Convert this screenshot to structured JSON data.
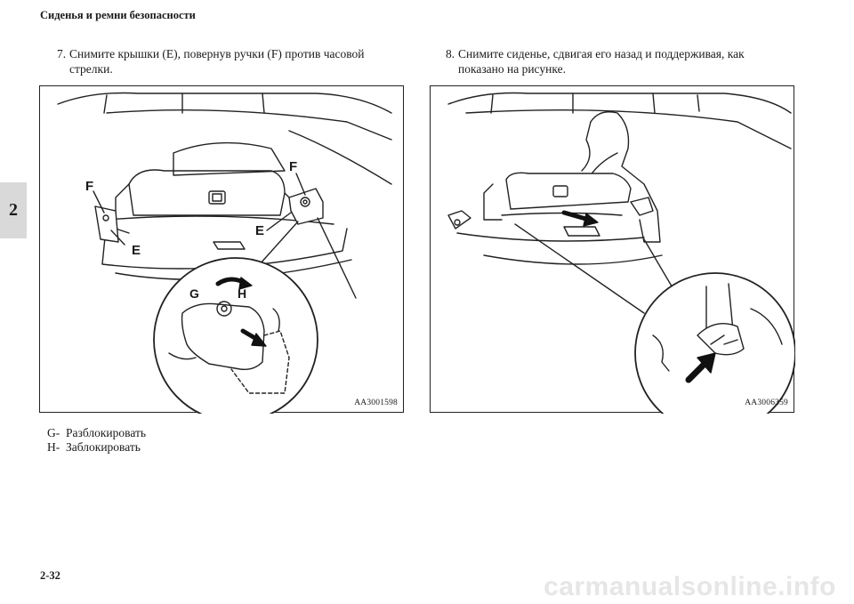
{
  "header": {
    "section_title": "Сиденья и ремни безопасности"
  },
  "chapter_tab": "2",
  "step7": {
    "number": "7.",
    "line1": "Снимите крышки (E), повернув ручки (F) против часовой",
    "line2": "стрелки."
  },
  "step8": {
    "number": "8.",
    "line1": "Снимите сиденье, сдвигая его назад и поддерживая, как",
    "line2": "показано на рисунке."
  },
  "figure1": {
    "code": "AA3001598",
    "labels": {
      "F1": "F",
      "F2": "F",
      "E1": "E",
      "E2": "E",
      "G": "G",
      "H": "H"
    }
  },
  "figure2": {
    "code": "AA3006359"
  },
  "legend": [
    {
      "key": "G-",
      "text": "Разблокировать"
    },
    {
      "key": "H-",
      "text": "Заблокировать"
    }
  ],
  "footer": {
    "page_number": "2-32"
  },
  "watermark": "carmanualsonline.info"
}
